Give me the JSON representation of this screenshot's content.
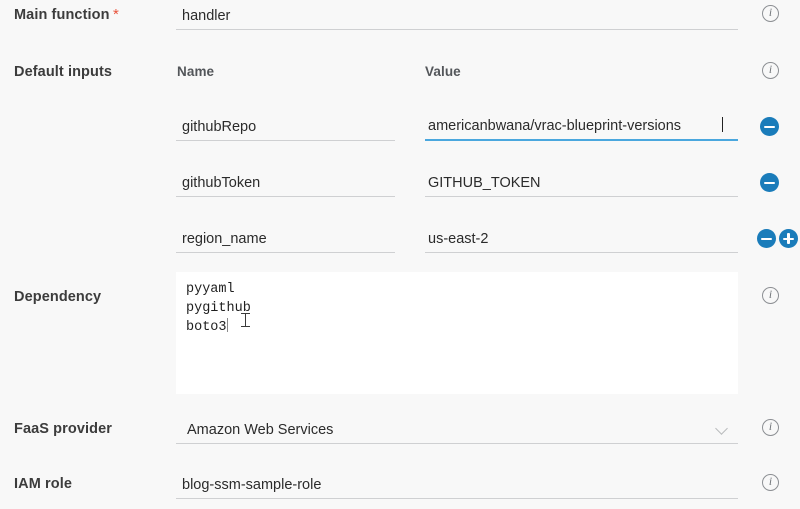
{
  "form": {
    "rows": {
      "main_function": {
        "label": "Main function",
        "required_marker": "*",
        "value": "handler",
        "info_icon": "info-icon"
      },
      "default_inputs": {
        "label": "Default inputs",
        "column_headers": {
          "name": "Name",
          "value": "Value"
        },
        "info_icon": "info-icon",
        "items": [
          {
            "name": "githubRepo",
            "value": "americanbwana/vrac-blueprint-versions",
            "value_focused": true,
            "remove_label": "−",
            "add_label": null
          },
          {
            "name": "githubToken",
            "value": "GITHUB_TOKEN",
            "value_focused": false,
            "remove_label": "−",
            "add_label": null
          },
          {
            "name": "region_name",
            "value": "us-east-2",
            "value_focused": false,
            "remove_label": "−",
            "add_label": "+"
          }
        ]
      },
      "dependency": {
        "label": "Dependency",
        "info_icon": "info-icon",
        "lines": [
          "pyyaml",
          "pygithub",
          "boto3"
        ],
        "caret_on_line": 2
      },
      "faas_provider": {
        "label": "FaaS provider",
        "value": "Amazon Web Services",
        "chevron_icon": "chevron-down-icon",
        "info_icon": "info-icon"
      },
      "iam_role": {
        "label": "IAM role",
        "value": "blog-ssm-sample-role",
        "info_icon": "info-icon"
      }
    }
  },
  "icons": {
    "info_glyph": "i"
  },
  "colors": {
    "accent_blue": "#1a7cba",
    "focus_blue": "#4aa7de",
    "required_red": "#e8513a",
    "label_gray": "#3c3c3c",
    "underline_gray": "#cfd0d2",
    "page_bg": "#f8f8f8"
  }
}
